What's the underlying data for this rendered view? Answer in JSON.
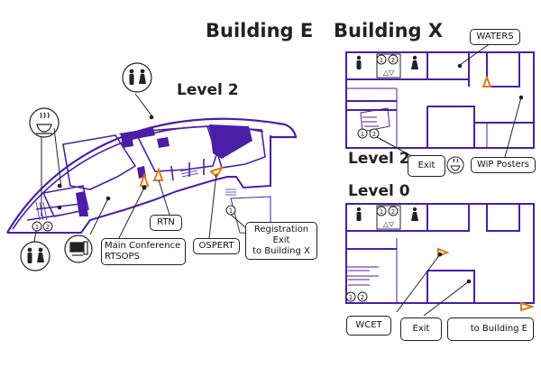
{
  "titles": {
    "building_e": "Building E",
    "building_x": "Building X"
  },
  "levels": {
    "e_level2": "Level 2",
    "x_level2": "Level 2",
    "x_level0": "Level 0"
  },
  "labels": {
    "rtn": "RTN",
    "main_conf": "Main Conference\nRTSOPS",
    "ospert": "OSPERT",
    "registration": "Registration\nExit\nto Building X",
    "waters": "WATERS",
    "exit_x2": "Exit",
    "wip": "WiP Posters",
    "wcet": "WCET",
    "exit_x0": "Exit",
    "to_building_e": "to Building E"
  },
  "icon_text": {
    "elevator_e_1": "1",
    "elevator_e_2": "2",
    "elevator_x2_1": "1",
    "elevator_x2_2": "2",
    "elevator_x2b_1": "1",
    "elevator_x2b_2": "2",
    "elevator_x0_1": "1",
    "elevator_x0_2": "2",
    "elevator_x0b_1": "1",
    "elevator_x0b_2": "2",
    "elevator_e_b": "1"
  },
  "colors": {
    "wall": "#4b1ea8",
    "arrow": "#e07a10",
    "line": "#222222"
  }
}
